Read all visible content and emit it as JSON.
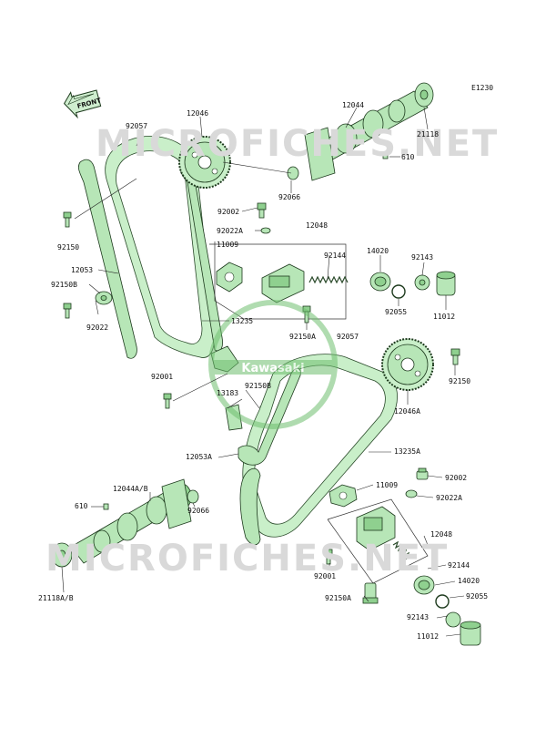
{
  "code": "E1230",
  "front_label": "FRONT",
  "watermark_brand": "MICROFICHES.NET",
  "logo_text": "Kawasaki",
  "labels": {
    "l92057a": "92057",
    "l12046": "12046",
    "l12044": "12044",
    "l21118": "21118",
    "l610a": "610",
    "l92066a": "92066",
    "l92002a": "92002",
    "l92022Aa": "92022A",
    "l12048a": "12048",
    "l11009a": "11009",
    "l92144a": "92144",
    "l14020a": "14020",
    "l92143a": "92143",
    "l92055a": "92055",
    "l11012a": "11012",
    "l92150a": "92150",
    "l12053": "12053",
    "l92150Ba": "92150B",
    "l92022": "92022",
    "l13235": "13235",
    "l92150Aa": "92150A",
    "l92057b": "92057",
    "l92001a": "92001",
    "l92150Bb": "92150B",
    "l13183": "13183",
    "l92150b": "92150",
    "l12046A": "12046A",
    "l12053A": "12053A",
    "l13235A": "13235A",
    "l92002b": "92002",
    "l11009b": "11009",
    "l92022Ab": "92022A",
    "l12044AB": "12044A/B",
    "l610b": "610",
    "l92066b": "92066",
    "l12048b": "12048",
    "l92001b": "92001",
    "l92144b": "92144",
    "l14020b": "14020",
    "l92150Ab": "92150A",
    "l92055b": "92055",
    "l92143b": "92143",
    "l21118AB": "21118A/B",
    "l11012b": "11012"
  }
}
